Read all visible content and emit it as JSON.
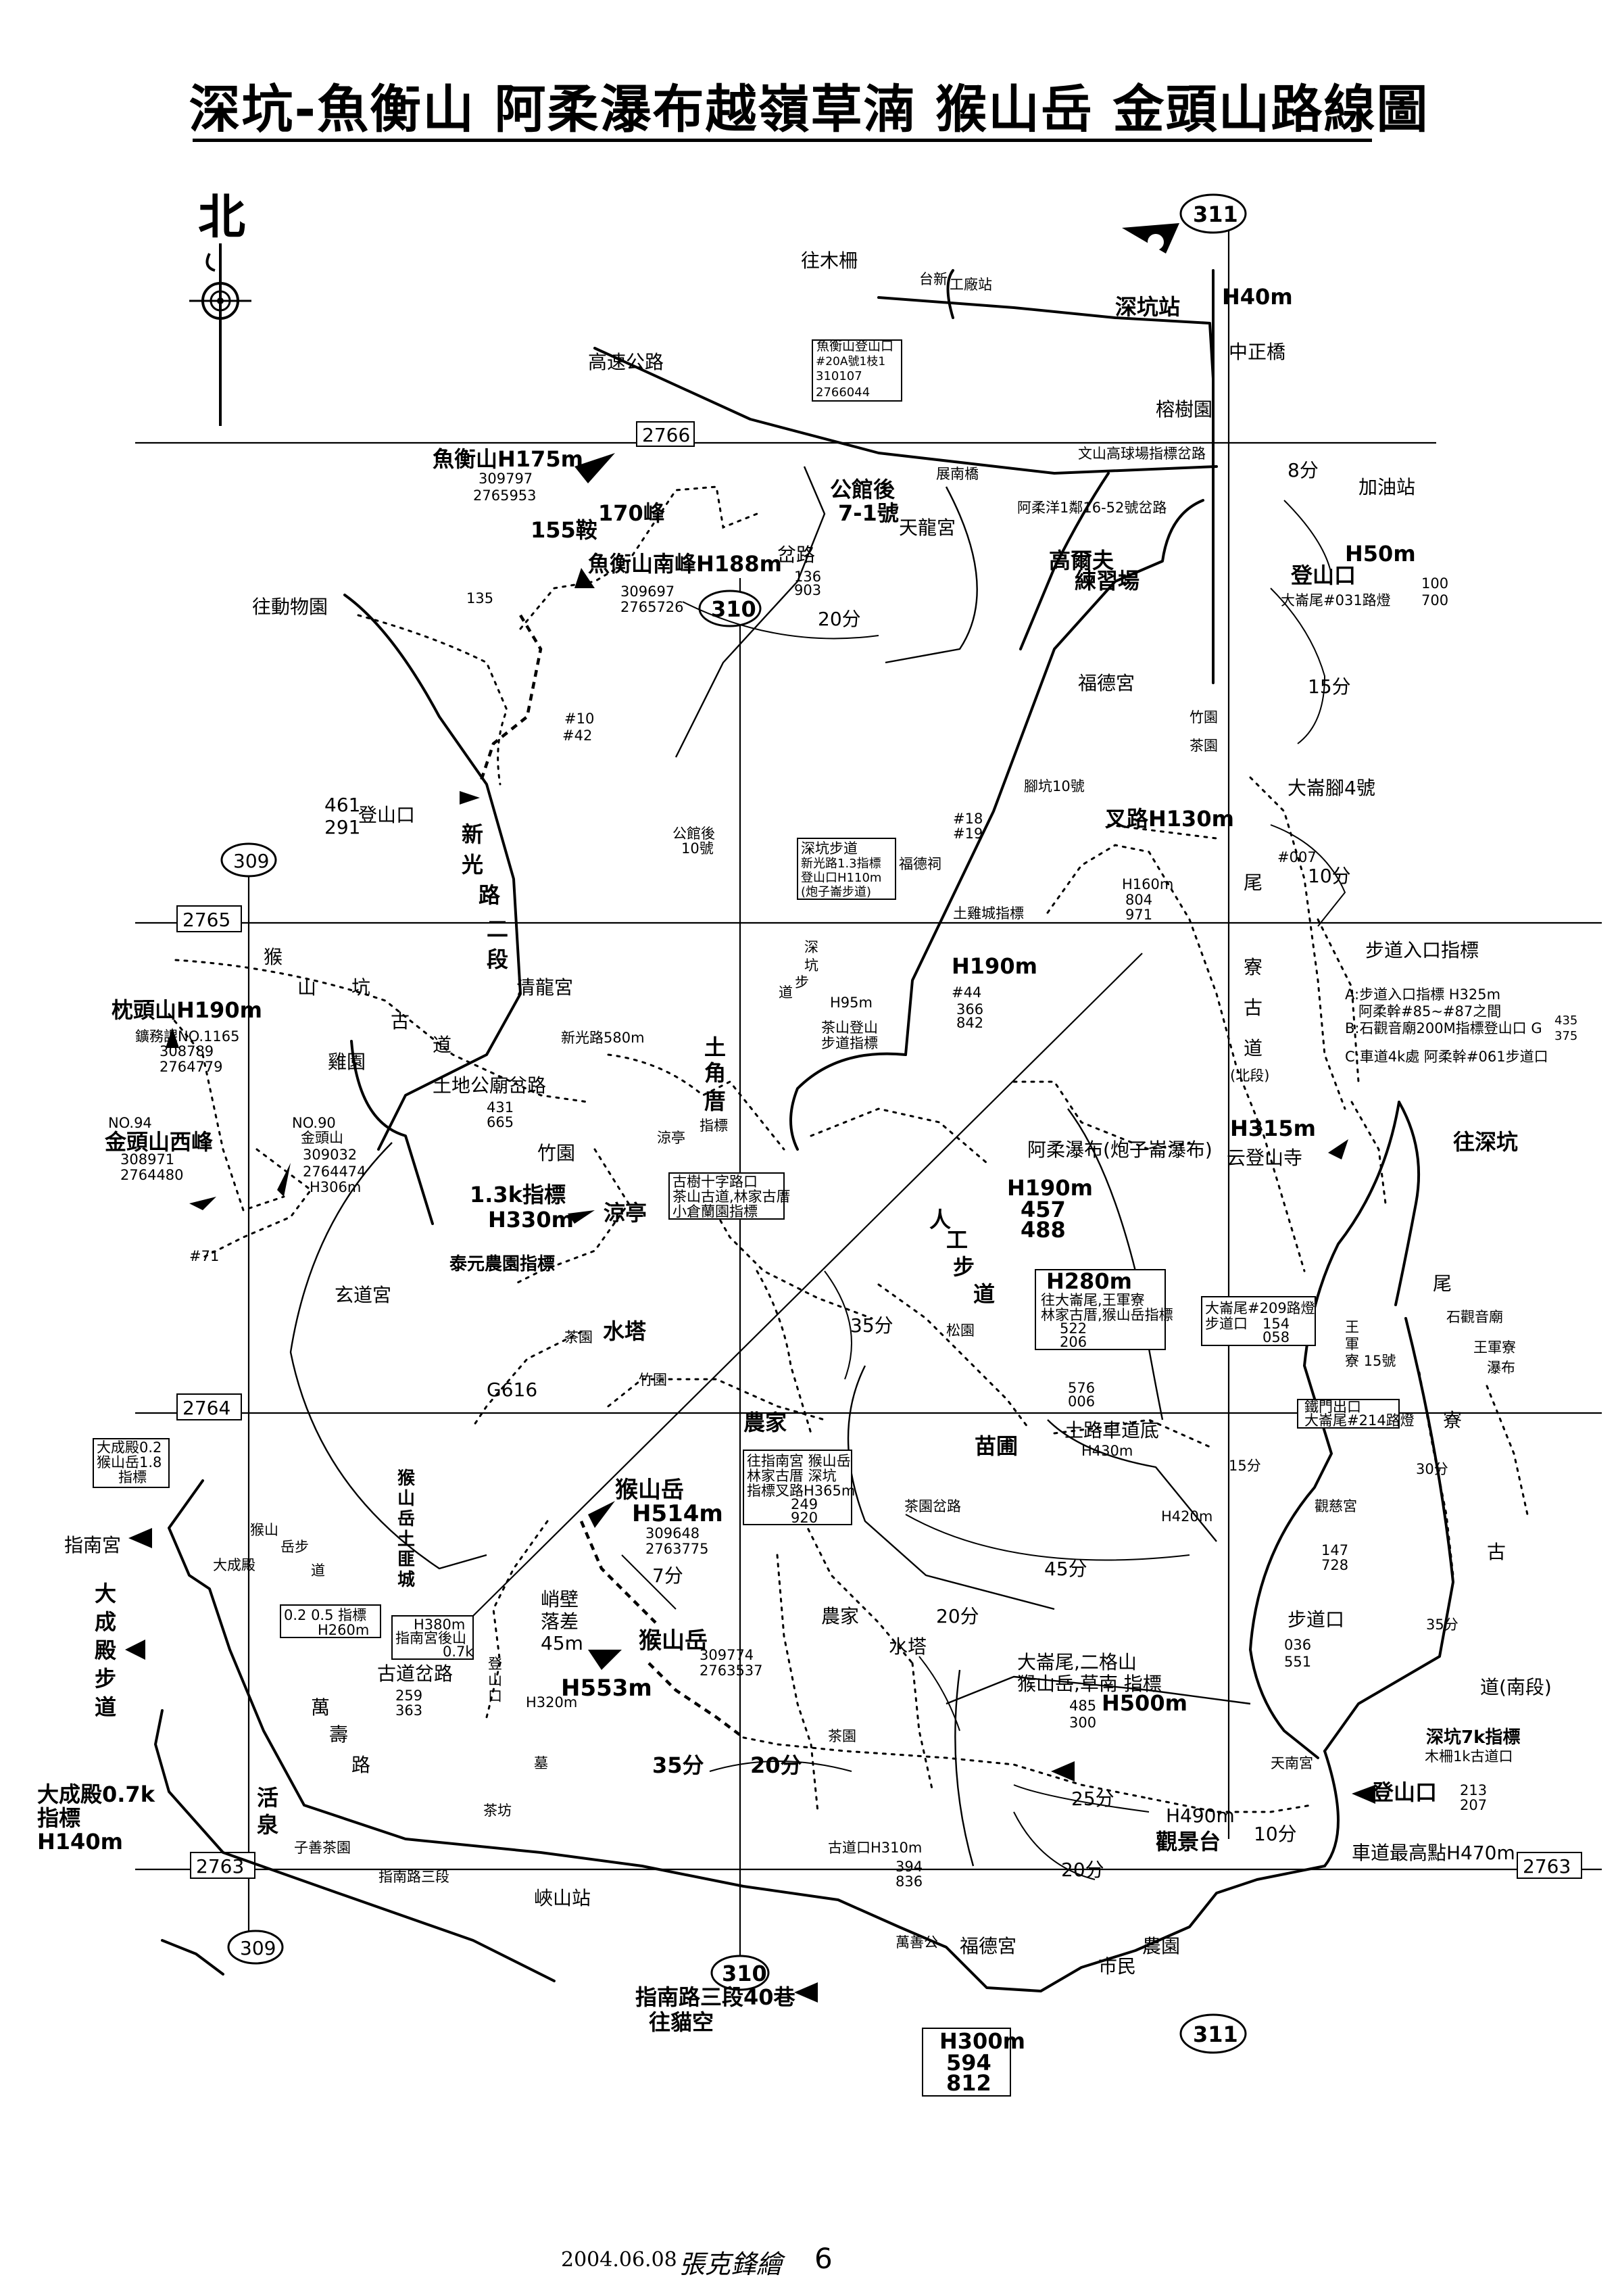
{
  "title": "深坑-魚衡山 阿柔瀑布越嶺草湳 猴山岳 金頭山路線圖",
  "north": "北",
  "grid": {
    "x_lines": [],
    "y_labels": [
      "2766",
      "2765",
      "2764",
      "2763",
      "2763"
    ]
  },
  "route_badges": [
    "311",
    "310",
    "309",
    "309",
    "310",
    "311"
  ],
  "places": {
    "wangmuzha": "往木柵",
    "taixin": "台新",
    "gongchang": "工廠站",
    "shenkeng_station": "深坑站",
    "shenkeng_h": "H40m",
    "zhongzheng": "中正橋",
    "highway": "高速公路",
    "rongshu": "榕樹園",
    "wenshan": "文山高球場指標岔路",
    "gas": "加油站",
    "zhannan": "展南橋",
    "arou_road": "阿柔洋1鄰16-52號岔路",
    "tianlong": "天龍宮",
    "gongguanhou": "公館後",
    "gongguanhou2": "7-1號",
    "gaoerfu": "高爾夫",
    "lianxi": "練習場",
    "fude_temple": "福德宮",
    "yuheng_peak": "魚衡山H175m",
    "yuheng_g1": "309797",
    "yuheng_g2": "2765953",
    "peak170": "170峰",
    "an155": "155鞍",
    "yuheng_south": "魚衡山南峰H188m",
    "yuheng_south_g1": "309697",
    "yuheng_south_g2": "2765726",
    "zoo": "往動物園",
    "p135": "135",
    "p10": "#10",
    "p42": "#42",
    "trailhead_461": "461",
    "trailhead_291": "291",
    "trailhead": "登山口",
    "xinguang1": "新",
    "xinguang2": "光",
    "xinguang3": "路",
    "xinguang4": "二",
    "xinguang5": "段",
    "chalu_136": "岔路",
    "g136": "136",
    "g903": "903",
    "gongguanhou10": "公館後",
    "gongguanhou10b": "10號",
    "jiaokeng": "腳坑10號",
    "p18": "#18",
    "p19": "#19",
    "fork_h130": "叉路H130m",
    "dashubei4": "大崙腳4號",
    "zhuyuan": "竹園",
    "chayuan": "茶園",
    "trailhead_h50": "H50m",
    "trailhead2": "登山口",
    "dalun031": "大崙尾#031路燈",
    "g100": "100",
    "g700": "700",
    "p007": "#007",
    "h160": "H160m",
    "g804": "804",
    "g971": "971",
    "tuji": "土雞城指標",
    "fude_ci": "福德祠",
    "houshan1": "猴",
    "houshan2": "山",
    "houshan3": "坑",
    "houshan4": "古",
    "houshan5": "道",
    "qinglong": "清龍宮",
    "xinguang580": "新光路580m",
    "shenkeng_trail1": "深",
    "shenkeng_trail2": "坑",
    "shenkeng_trail3": "步",
    "shenkeng_trail4": "道",
    "h190": "H190m",
    "p44": "#44",
    "g366": "366",
    "g842": "842",
    "h95": "H95m",
    "tea_trail": "茶山登山",
    "tea_trail2": "步道指標",
    "trail_entry": "步道入口指標",
    "dalun_trail1": "尾",
    "dalun_trail2": "寮",
    "dalun_trail3": "古",
    "dalun_trail4": "道",
    "dalun_north": "(北段)",
    "note_a": "A:步道入口指標 H325m",
    "note_a2": "阿柔幹#85~#87之間",
    "note_b": "B:石觀音廟200M指標登山口 G",
    "note_b_g1": "435",
    "note_b_g2": "375",
    "note_c": "C:車道4k處 阿柔幹#061步道口",
    "zhentou": "枕頭山H190m",
    "mining": "鑛務課NO.1165",
    "zhentou_g1": "308789",
    "zhentou_g2": "2764779",
    "jitou_west": "金頭山西峰",
    "no94": "NO.94",
    "jitou_west_g1": "308971",
    "jitou_west_g2": "2764480",
    "no90": "NO.90",
    "jitou": "金頭山",
    "jitou_g1": "309032",
    "jitou_g2": "2764474",
    "jitou_h": "H306m",
    "jiyuan": "雞園",
    "tudigong": "土地公廟岔路",
    "g431": "431",
    "g665": "665",
    "zhuyuan2": "竹園",
    "liangting": "涼亭",
    "k13": "1.3k指標",
    "h330": "H330m",
    "xuandao": "玄道宮",
    "p71": "#71",
    "taiyuan": "泰元農園指標",
    "tushuai1": "土",
    "tushuai2": "角",
    "tushuai3": "厝",
    "biaozhi": "指標",
    "liangting2": "涼亭",
    "arou_falls": "阿柔瀑布(炮子崙瀑布)",
    "h190b": "H190m",
    "g457": "457",
    "g488": "488",
    "trail_yun": "H315m",
    "yun_temple": "云登山寺",
    "wang_shenkeng": "往深坑",
    "shuita": "水塔",
    "chayuan2": "茶園",
    "zhuyuan3": "竹園",
    "gg616": "G616",
    "mins35": "35分",
    "p_ren1": "人",
    "p_ren2": "工",
    "p_ren3": "步",
    "p_ren4": "道",
    "songyuan": "松園",
    "h280": "H280m",
    "h280b": "往大崙尾,王軍寮",
    "h280c": "林家古厝,猴山岳指標",
    "g522": "522",
    "g206": "206",
    "dalun209": "大崙尾#209路燈",
    "dalun209b": "步道口",
    "g154": "154",
    "g058": "058",
    "wangjun1": "王",
    "wangjun2": "軍",
    "wangjun3": "寮 15號",
    "shiguanyin": "石觀音廟",
    "wangjun_falls": "王軍寮",
    "wangjun_falls2": "瀑布",
    "wei": "尾",
    "g576": "576",
    "g006": "006",
    "nongjia": "農家",
    "tulu": "土路車道底",
    "h430": "H430m",
    "miaopu": "苗圃",
    "tiemen": "鐵門出口",
    "dalun214": "大崙尾#214路燈",
    "mins15": "15分",
    "mins30": "30分",
    "liao": "寮",
    "gu": "古",
    "dao_south": "道(南段)",
    "guanci": "觀慈宮",
    "g147": "147",
    "g728": "728",
    "h420": "H420m",
    "chayuan_road": "茶園岔路",
    "mins45": "45分",
    "dacheng_box1": "大成殿0.2",
    "dacheng_box2": "猴山岳1.8",
    "dacheng_box3": "指標",
    "zhinan": "指南宮",
    "houshan_trail1": "猴山",
    "houshan_trail2": "岳步",
    "houshan_trail3": "道",
    "dacheng_fork": "大成殿",
    "tufort1": "猴",
    "tufort2": "山",
    "tufort3": "岳",
    "tufort4": "土",
    "tufort5": "匪",
    "tufort6": "城",
    "houshanyue": "猴山岳",
    "houshanyue_h": "H514m",
    "houshanyue_g1": "309648",
    "houshanyue_g2": "2763775",
    "cliff1": "峭壁",
    "cliff2": "落差",
    "cliff3": "45m",
    "mins7": "7分",
    "zhinan_box1": "往指南宮 猴山岳",
    "zhinan_box2": "林家古厝 深坑",
    "zhinan_box3": "指標叉路H365m",
    "g249": "249",
    "g920": "920",
    "gushu_box1": "古樹十字路口",
    "gushu_box2": "茶山古道,林家古厝",
    "gushu_box3": "小倉蘭園指標",
    "box_05": "0.2  0.5 指標",
    "box_h260": "H260m",
    "box_h380": "H380m",
    "box_h380b": "指南宮後山",
    "box_h380c": "0.7k",
    "trailhead3": "登",
    "trailhead3b": "山",
    "trailhead3c": "口",
    "h320": "H320m",
    "houshan_s": "猴山岳",
    "houshan_s_h": "H553m",
    "houshan_s_g1": "309774",
    "houshan_s_g2": "2763537",
    "nongjia2": "農家",
    "shuita2": "水塔",
    "mins20a": "20分",
    "dalun_er": "大崙尾,二格山",
    "dalun_er2": "猴山岳,草南 指標",
    "g485": "485",
    "h500": "H500m",
    "g300": "300",
    "trail_k": "步道口",
    "g036": "036",
    "g551": "551",
    "mins35b": "35分",
    "dacheng_trail1": "大",
    "dacheng_trail2": "成",
    "dacheng_trail3": "殿",
    "dacheng_trail4": "步",
    "dacheng_trail5": "道",
    "gudao_chalu": "古道岔路",
    "g259": "259",
    "g363": "363",
    "wanshou1": "萬",
    "wanshou2": "壽",
    "wanshou3": "路",
    "mu": "墓",
    "chafang": "茶坊",
    "mins35c": "35分",
    "mins20b": "20分",
    "chayuan3": "茶園",
    "dacheng_07": "大成殿0.7k",
    "dacheng_07b": "指標",
    "dacheng_07c": "H140m",
    "huoquan1": "活",
    "huoquan2": "泉",
    "zishan": "子善茶園",
    "zhinan3": "指南路三段",
    "xiashan": "峽山站",
    "gudao_kou": "古道口H310m",
    "g394": "394",
    "g836": "836",
    "mins25": "25分",
    "h490": "H490m",
    "guanjing": "觀景台",
    "mins10": "10分",
    "mins20c": "20分",
    "tiannan": "天南宮",
    "shenkeng7k": "深坑7k指標",
    "shenkeng7kb": "木柵1k古道口",
    "trailhead4": "登山口",
    "g213": "213",
    "g207": "207",
    "chedao": "車道最高點H470m",
    "wanshan": "萬善公",
    "fudegong2": "福德宮",
    "shimin": "市民",
    "nongyuan": "農園",
    "zhinan40": "指南路三段40巷",
    "maokong": "往貓空",
    "h300": "H300m",
    "g594": "594",
    "g812": "812",
    "mins8": "8分",
    "mins15b": "15分",
    "mins10b": "10分",
    "mins20d": "20分",
    "yuheng_box1": "魚衡山登山口",
    "yuheng_box2": "#20A號1枝1",
    "yuheng_box3": "310107",
    "yuheng_box4": "2766044",
    "shenkeng_box1": "深坑步道",
    "shenkeng_box2": "新光路1.3指標",
    "shenkeng_box3": "登山口H110m",
    "shenkeng_box4": "(炮子崙步道)"
  },
  "footer": {
    "date": "2004.06.08",
    "signature": "張克鋒繪",
    "page": "6"
  }
}
